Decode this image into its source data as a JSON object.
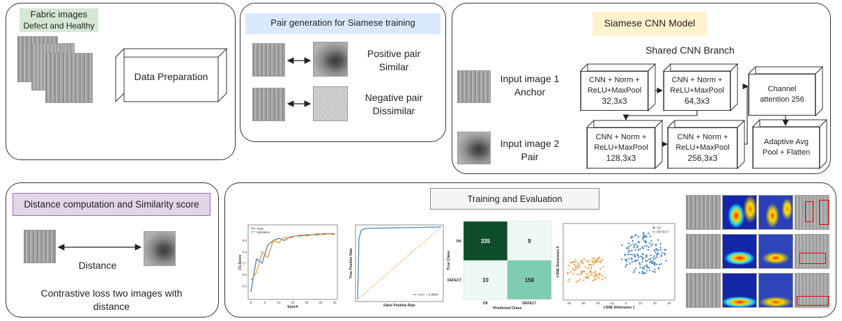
{
  "panel1": {
    "title_line1": "Fabric images",
    "title_line2": "Defect and Healthy",
    "title_bg": "#d5e8d4",
    "prep_label": "Data Preparation"
  },
  "panel2": {
    "title": "Pair generation for Siamese training",
    "title_bg": "#dae8fc",
    "positive_line1": "Positive pair",
    "positive_line2": "Similar",
    "negative_line1": "Negative pair",
    "negative_line2": "Dissimilar"
  },
  "panel3": {
    "title": "Siamese CNN Model",
    "title_bg": "#fff2cc",
    "shared": "Shared CNN Branch",
    "input1_line1": "Input image 1",
    "input1_line2": "Anchor",
    "input2_line1": "Input image 2",
    "input2_line2": "Pair",
    "blocks": [
      {
        "l1": "CNN + Norm +",
        "l2": "ReLU+MaxPool",
        "l3": "32,3x3"
      },
      {
        "l1": "CNN + Norm +",
        "l2": "ReLU+MaxPool",
        "l3": "64,3x3"
      },
      {
        "l1": "CNN + Norm +",
        "l2": "ReLU+MaxPool",
        "l3": "128,3x3"
      },
      {
        "l1": "CNN + Norm +",
        "l2": "ReLU+MaxPool",
        "l3": "256,3x3"
      }
    ],
    "attention_l1": "Channel",
    "attention_l2": "attention 256",
    "pool_l1": "Adaptive Avg",
    "pool_l2": "Pool + Flatten"
  },
  "panel4": {
    "title": "Distance computation and Similarity score",
    "title_bg": "#e1d5e7",
    "distance": "Distance",
    "loss_line1": "Contrastive loss two images with",
    "loss_line2": "distance"
  },
  "panel5": {
    "title": "Training and Evaluation",
    "title_bg": "#f5f5f5",
    "f1": {
      "ylabel": "F1-Score",
      "xlabel": "Epoch",
      "legend": [
        "Train",
        "Validation"
      ],
      "xticks": [
        "0",
        "5",
        "10",
        "15",
        "20",
        "25",
        "30"
      ],
      "yticks": [
        "0.5",
        "0.6",
        "0.7",
        "0.8",
        "0.9"
      ]
    },
    "roc": {
      "ylabel": "True Positive Rate",
      "xlabel": "False Positive Rate",
      "legend": "AUC = 0.9884"
    },
    "cm": {
      "ylabel": "True Class",
      "xlabel": "Predicted Class",
      "rows": [
        "OK",
        "DEFECT"
      ],
      "cols": [
        "OK",
        "DEFECT"
      ],
      "values": [
        [
          335,
          9
        ],
        [
          10,
          158
        ]
      ],
      "dark": "#0d4d2a",
      "mid": "#7fcdb0",
      "light": "#eef8f4"
    },
    "tsne": {
      "ylabel": "t-SNE Dimension 2",
      "xlabel": "t-SNE Dimension 1",
      "legend": [
        "OK",
        "DEFECT"
      ],
      "xticks": [
        "-40",
        "-30",
        "-20",
        "-10",
        "0",
        "10",
        "20",
        "30"
      ]
    }
  },
  "colors": {
    "train": "#4a7fc0",
    "val": "#f0962b",
    "ok": "#4a88c0",
    "defect": "#f0a04a"
  }
}
